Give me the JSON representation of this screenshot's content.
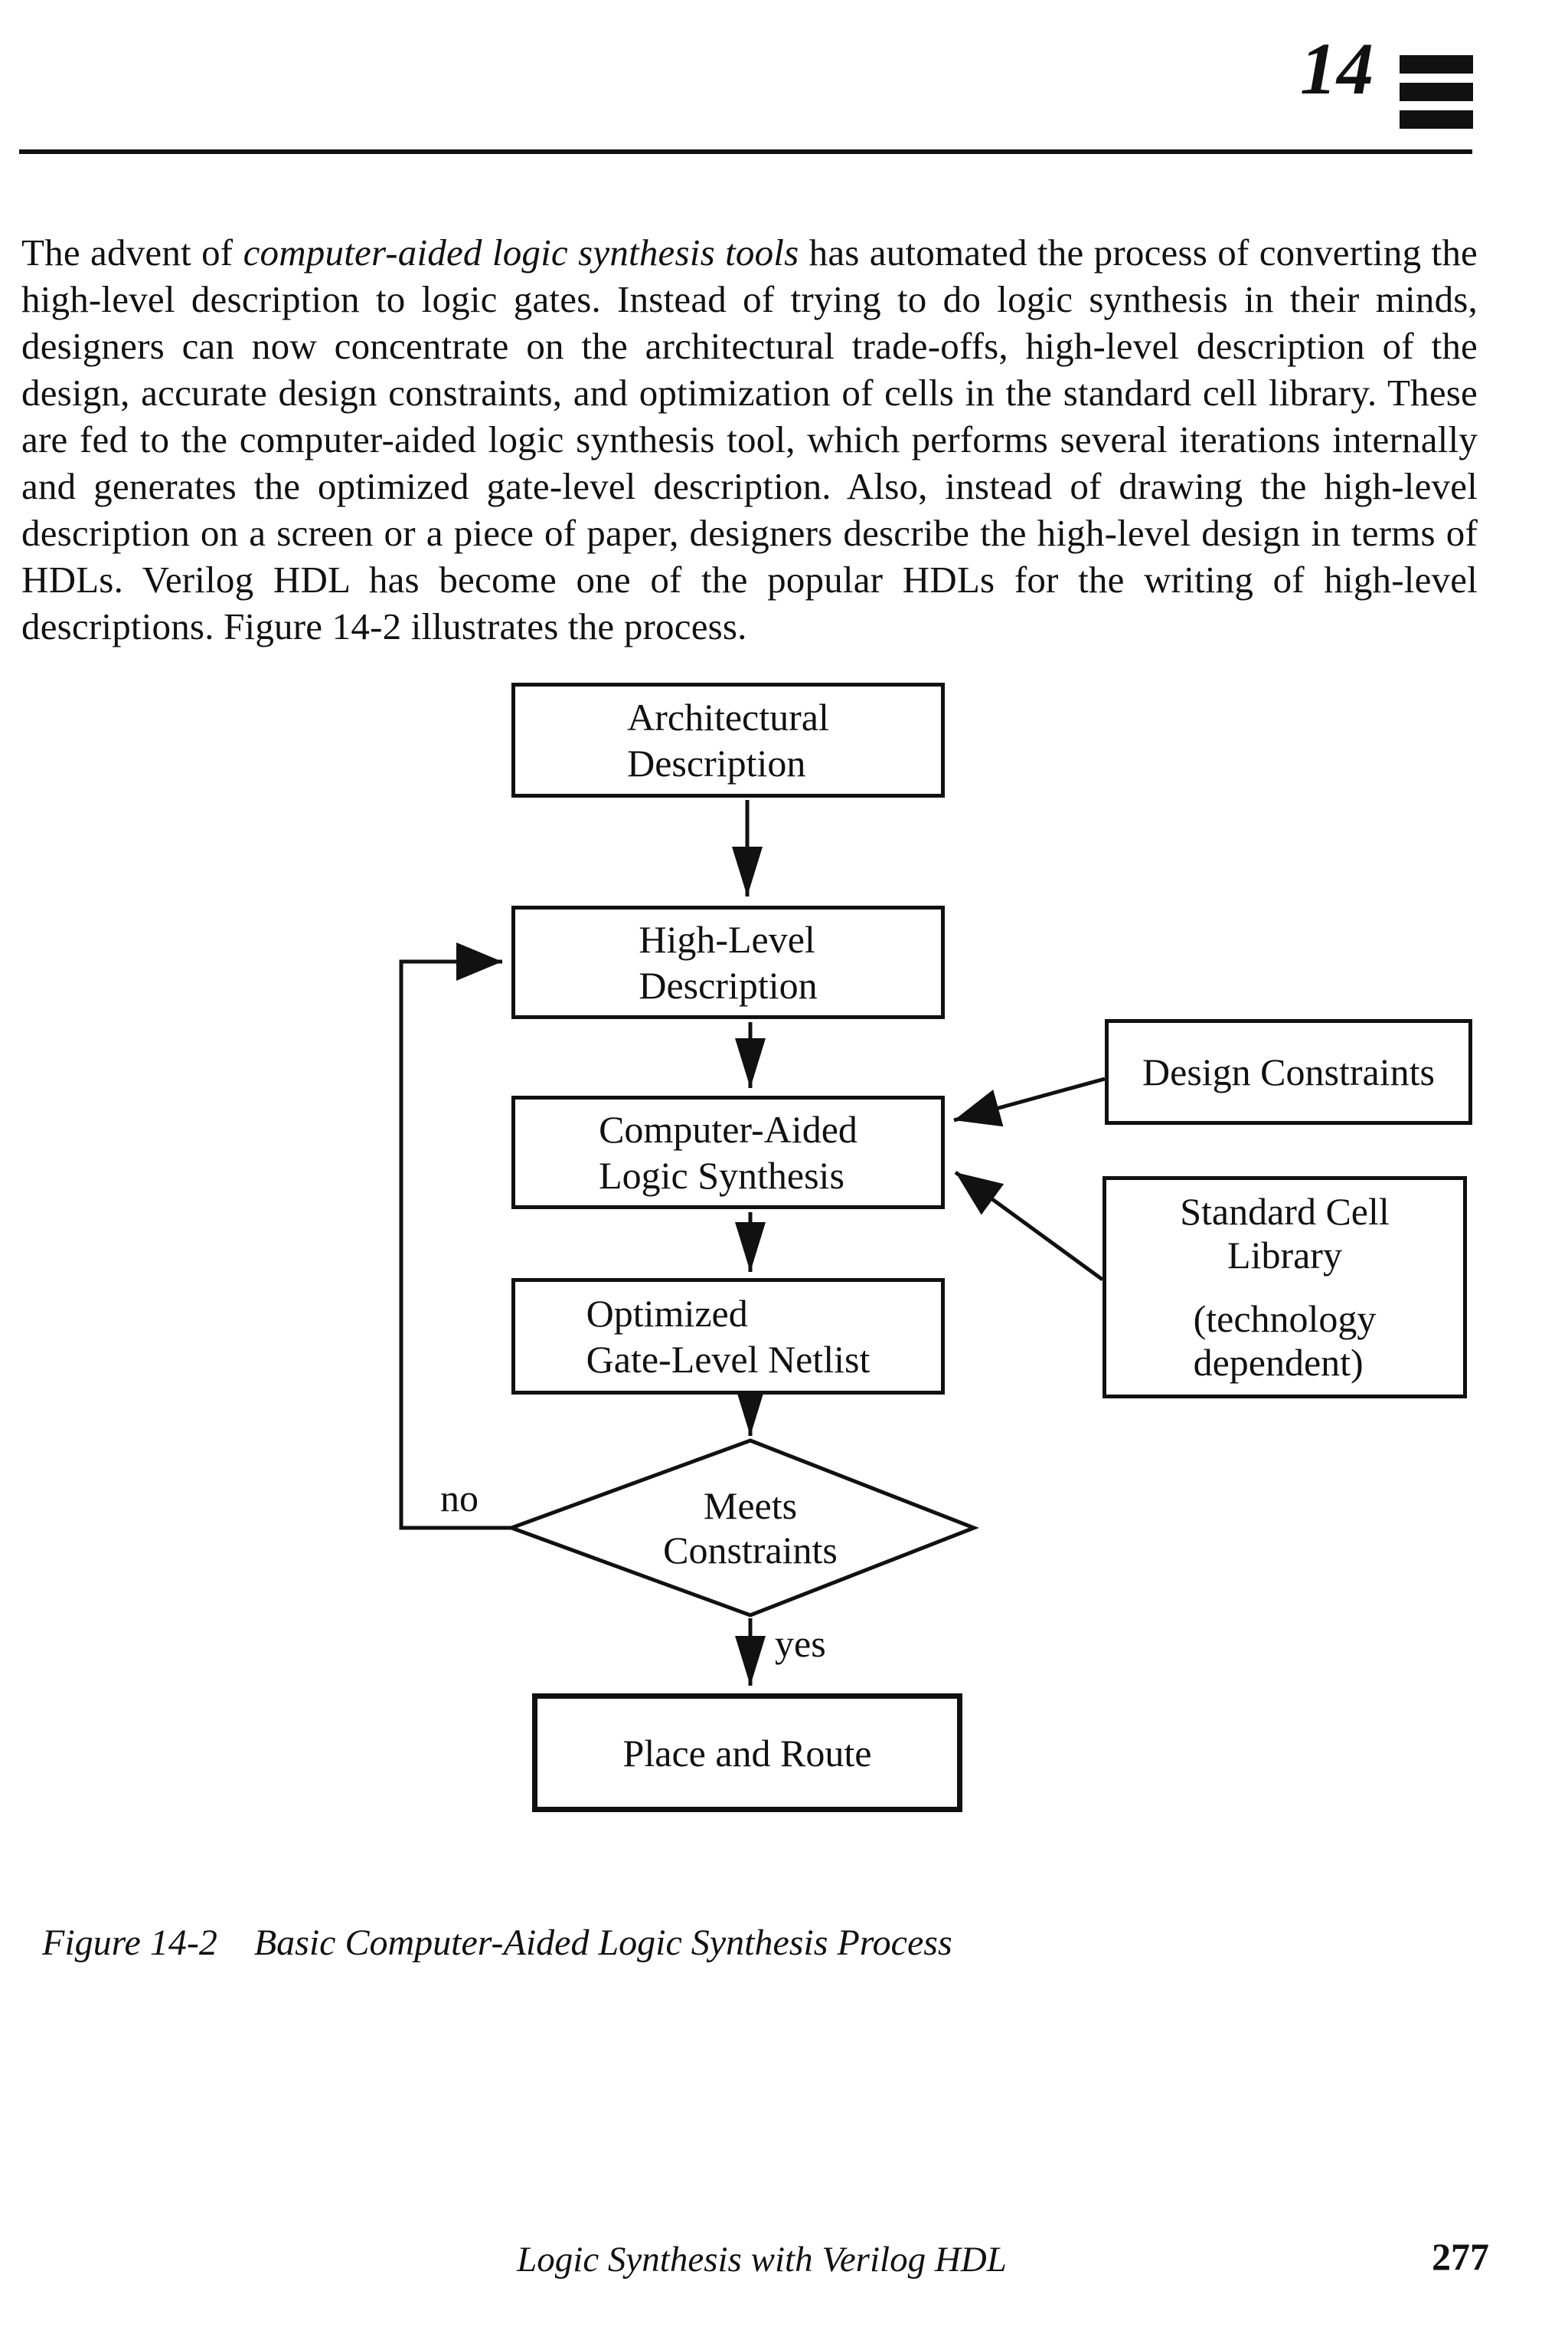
{
  "colors": {
    "ink": "#111111",
    "paper": "#ffffff"
  },
  "header": {
    "chapter_number": "14"
  },
  "paragraph": {
    "lead": "The advent of ",
    "italic_phrase": "computer-aided logic synthesis tools",
    "rest": " has automated the process of converting the high-level description to logic gates. Instead of trying to do logic synthesis in their minds, designers can now concentrate on the architectural trade-offs, high-level description of the design, accurate design constraints, and optimization of cells in the standard cell library. These are fed to the computer-aided logic synthesis tool, which performs several iterations internally and generates the optimized gate-level description. Also, instead of drawing the high-level description on a screen or a piece of paper, designers describe the high-level design in terms of HDLs. Verilog HDL has become one of the popular HDLs for the writing of high-level descriptions. Figure 14-2 illustrates the process."
  },
  "flowchart": {
    "nodes": {
      "architectural": {
        "line1": "Architectural",
        "line2": "Description"
      },
      "high_level": {
        "line1": "High-Level",
        "line2": "Description"
      },
      "logic_synthesis": {
        "line1": "Computer-Aided",
        "line2": "Logic Synthesis"
      },
      "optimized_netlist": {
        "line1": "Optimized",
        "line2": "Gate-Level Netlist"
      },
      "design_constraints": {
        "label": "Design Constraints"
      },
      "standard_cell_library": {
        "line1": "Standard Cell",
        "line2": "Library",
        "line3": "(technology",
        "line4": "dependent)"
      },
      "meets_constraints": {
        "line1": "Meets",
        "line2": "Constraints"
      },
      "place_and_route": {
        "label": "Place and Route"
      }
    },
    "edge_labels": {
      "no": "no",
      "yes": "yes"
    }
  },
  "caption": {
    "label": "Figure 14-2",
    "text": "Basic Computer-Aided Logic Synthesis Process"
  },
  "footer": {
    "book_title": "Logic Synthesis with Verilog HDL",
    "page_number": "277"
  }
}
